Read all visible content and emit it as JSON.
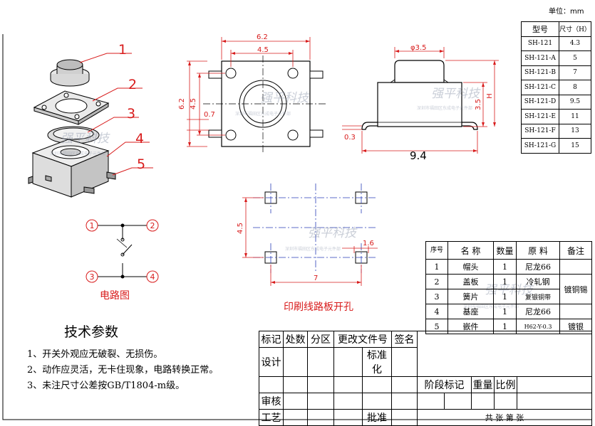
{
  "unit_label": "单位：mm",
  "model_table": {
    "headers": [
      "型号",
      "尺寸（H）"
    ],
    "rows": [
      [
        "SH-121",
        "4.3"
      ],
      [
        "SH-121-A",
        "5"
      ],
      [
        "SH-121-B",
        "7"
      ],
      [
        "SH-121-C",
        "8"
      ],
      [
        "SH-121-D",
        "9.5"
      ],
      [
        "SH-121-E",
        "11"
      ],
      [
        "SH-121-F",
        "13"
      ],
      [
        "SH-121-G",
        "15"
      ]
    ]
  },
  "exploded_parts": [
    "1",
    "2",
    "3",
    "4",
    "5"
  ],
  "dimensions": {
    "top_width_outer": "6.2",
    "top_width_inner": "4.5",
    "side_height_outer": "6.2",
    "side_height_inner": "4.5",
    "pin_width": "0.7",
    "cap_diameter": "φ3.5",
    "body_height": "3.5",
    "height_var": "H",
    "pin_thickness": "0.3",
    "overall_length": "9.4",
    "pcb_height": "4.5",
    "pcb_pad": "1.6",
    "pcb_width": "7"
  },
  "circuit": {
    "nodes": [
      "1",
      "2",
      "3",
      "4"
    ],
    "caption": "电路图"
  },
  "pcb_caption": "印刷线路板开孔",
  "watermark": {
    "name": "强平科技",
    "subtitle": "深圳市福田区东成电子元件部"
  },
  "tech": {
    "title": "技术参数",
    "items": [
      "1、开关外观应无破裂、无损伤。",
      "2、动作应灵活，无卡住现象，电路转换正常。",
      "3、未注尺寸公差按GB/T1804-m级。"
    ]
  },
  "bom": {
    "headers": [
      "序号",
      "名 称",
      "数量",
      "原 料",
      "备注"
    ],
    "rows": [
      [
        "1",
        "帽头",
        "1",
        "尼龙66"
      ],
      [
        "2",
        "盖板",
        "1",
        "冷轧钢"
      ],
      [
        "3",
        "簧片",
        "1",
        "复银铜带"
      ],
      [
        "4",
        "基座",
        "1",
        "尼龙66"
      ],
      [
        "5",
        "嵌件",
        "1",
        "H62-Y-0.3",
        "镀银"
      ]
    ],
    "note_2_3": "镀铜锡"
  },
  "title_block": {
    "h1": "标记",
    "h2": "处数",
    "h3": "分区",
    "h4": "更改文件号",
    "h5": "签名",
    "design": "设计",
    "standard": "标准化",
    "stage": "阶段标记",
    "weight": "重量",
    "scale": "比例",
    "review": "审核",
    "process": "工艺",
    "approve": "批准",
    "sheets": "共 张 第 张"
  }
}
